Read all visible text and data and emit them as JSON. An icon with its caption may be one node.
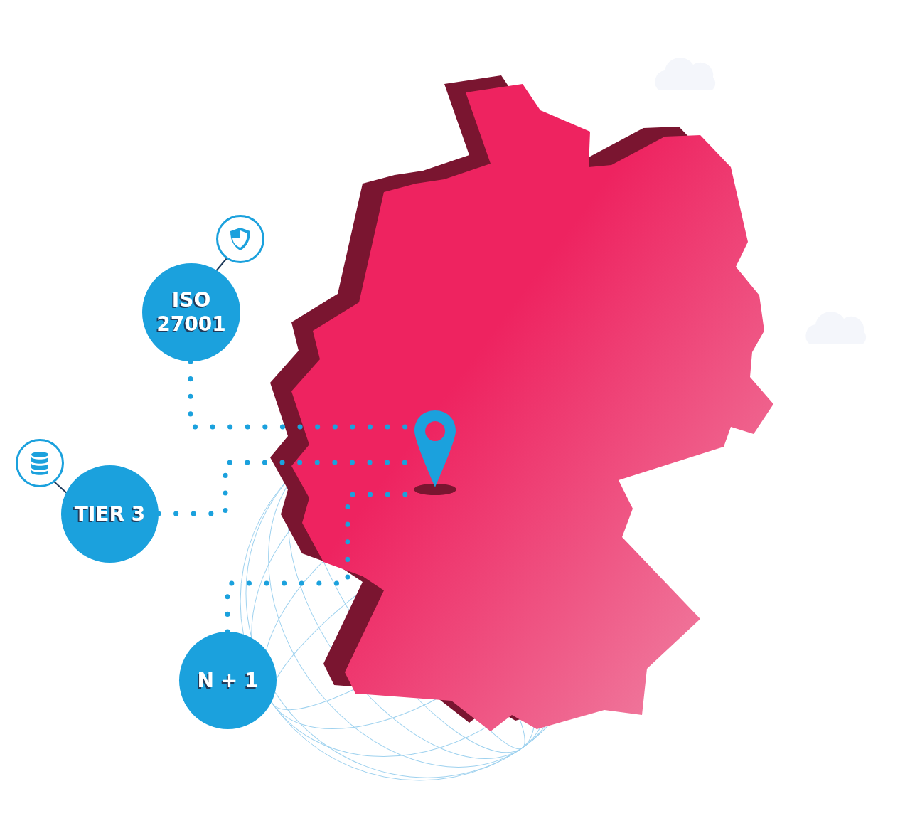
{
  "diagram": {
    "nodes": [
      {
        "text": [
          "ISO 27001"
        ]
      },
      {
        "text": [],
        "shape": "circle"
      },
      {
        "text": [
          "TIER 3"
        ]
      },
      {
        "text": [],
        "shape": "circle"
      },
      {
        "text": [
          "N + 1"
        ]
      },
      {
        "text": [],
        "shape": "picture"
      }
    ],
    "edges": [
      {
        "from": 1,
        "to": 0,
        "arrow": "none",
        "color": "#1f3a5a"
      },
      {
        "from": 0,
        "to": 5,
        "arrow": "none",
        "style": "dashed"
      },
      {
        "from": 3,
        "to": 2,
        "arrow": "none",
        "color": "#1f3a5a"
      },
      {
        "from": 2,
        "to": 5,
        "arrow": "none",
        "style": "dashed"
      },
      {
        "from": 4,
        "to": 5,
        "arrow": "none",
        "style": "dashed"
      }
    ]
  }
}
